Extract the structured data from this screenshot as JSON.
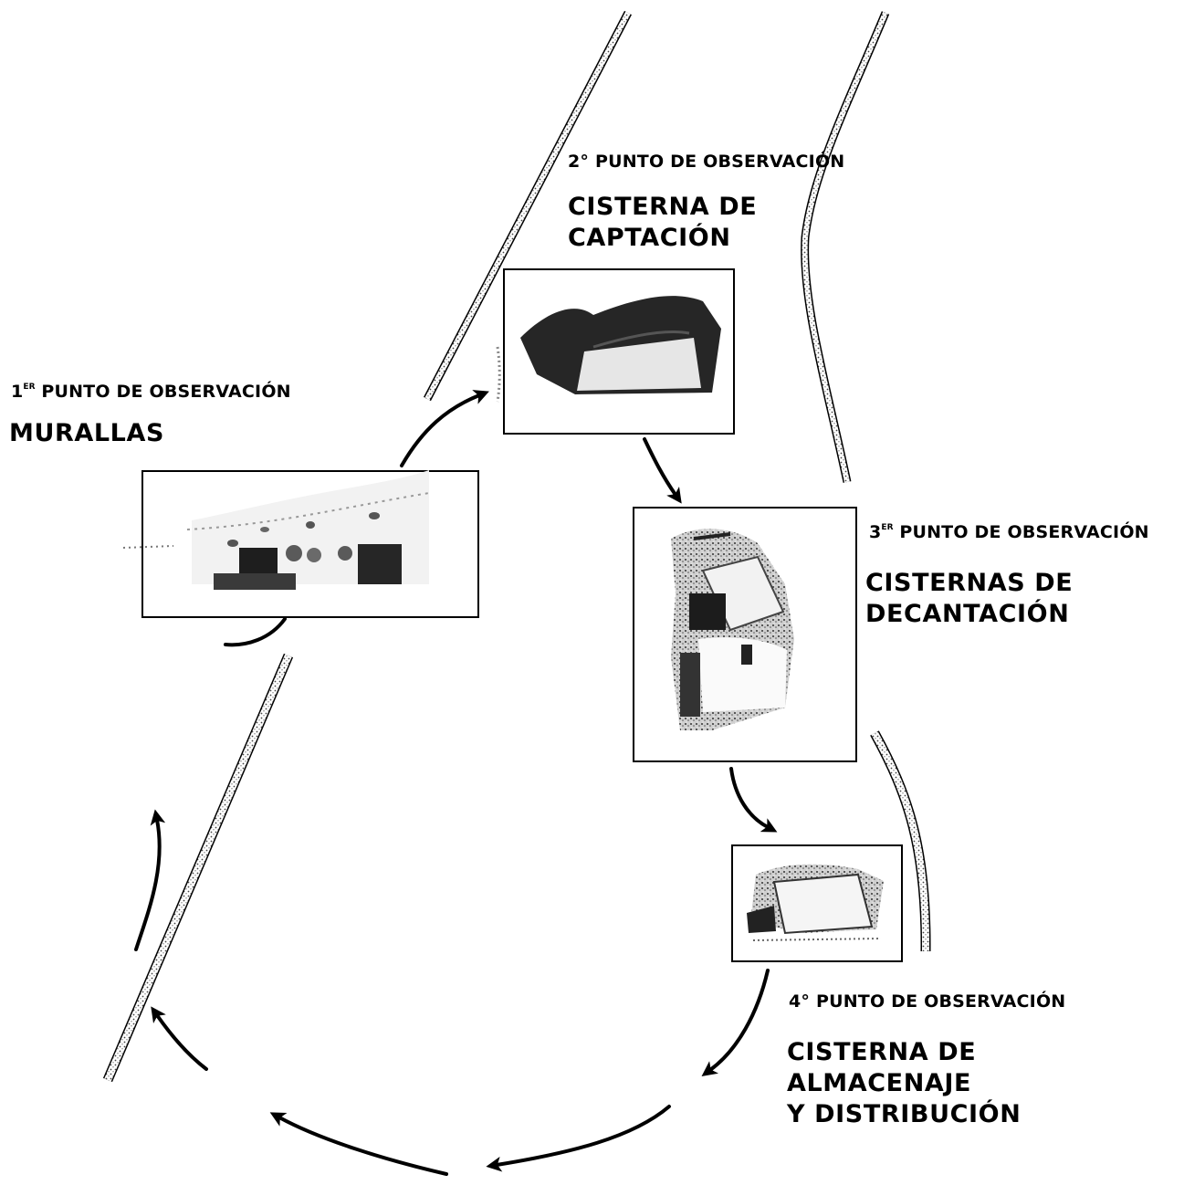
{
  "colors": {
    "ink": "#000000",
    "paper": "#ffffff",
    "wall_fill": "#ffffff",
    "photo_dark": "#1a1a1a",
    "photo_mid": "#7a7a7a"
  },
  "points": [
    {
      "ordinal_num": "1",
      "ordinal_sup": "ER",
      "heading": " PUNTO DE OBSERVACIÓN",
      "title_lines": [
        "MURALLAS"
      ]
    },
    {
      "ordinal_num": "2°",
      "ordinal_sup": "",
      "heading": " PUNTO DE OBSERVACIÓN",
      "title_lines": [
        "CISTERNA DE",
        "CAPTACIÓN"
      ]
    },
    {
      "ordinal_num": "3",
      "ordinal_sup": "ER",
      "heading": " PUNTO DE OBSERVACIÓN",
      "title_lines": [
        "CISTERNAS DE",
        "DECANTACIÓN"
      ]
    },
    {
      "ordinal_num": "4°",
      "ordinal_sup": "",
      "heading": " PUNTO DE OBSERVACIÓN",
      "title_lines": [
        "CISTERNA DE",
        "ALMACENAJE",
        "Y DISTRIBUCIÓN"
      ]
    }
  ]
}
